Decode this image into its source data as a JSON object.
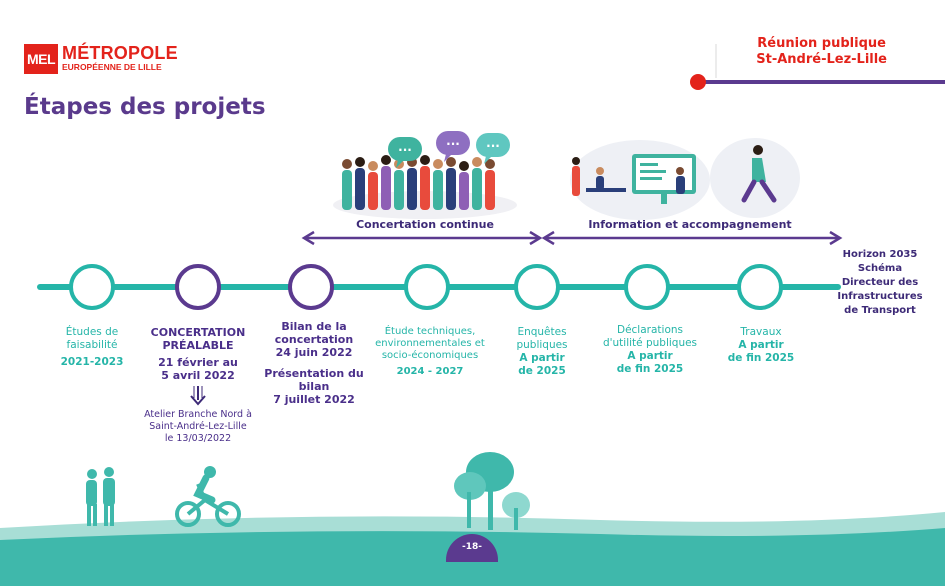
{
  "header": {
    "logo_mark": "MEL",
    "logo_name": "MÉTROPOLE",
    "logo_subtitle": "EUROPÉENNE DE LILLE",
    "meeting_line1": "Réunion publique",
    "meeting_line2": "St-André-Lez-Lille"
  },
  "page_title": "Étapes des projets",
  "phases": [
    {
      "label": "Concertation continue"
    },
    {
      "label": "Information et accompagnement"
    }
  ],
  "horizon": {
    "lines": [
      "Horizon 2035",
      "Schéma",
      "Directeur des",
      "Infrastructures",
      "de Transport"
    ]
  },
  "milestones": [
    {
      "lines": [
        "Études de",
        "faisabilité"
      ],
      "date": "2021-2023"
    },
    {
      "title": [
        "CONCERTATION",
        "PRÉALABLE"
      ],
      "dates": [
        "21 février au",
        "5 avril 2022"
      ],
      "note": [
        "Atelier Branche Nord à",
        "Saint-André-Lez-Lille",
        "le 13/03/2022"
      ]
    },
    {
      "title": [
        "Bilan de la",
        "concertation"
      ],
      "date": "24 juin 2022",
      "extra_title": [
        "Présentation du",
        "bilan"
      ],
      "extra_date": "7 juillet 2022"
    },
    {
      "lines": [
        "Étude techniques,",
        "environnementales et",
        "socio-économiques"
      ],
      "date": "2024 - 2027"
    },
    {
      "lines": [
        "Enquêtes",
        "publiques"
      ],
      "date_lines": [
        "A partir",
        "de 2025"
      ]
    },
    {
      "lines": [
        "Déclarations",
        "d'utilité publiques"
      ],
      "date_lines": [
        "A partir",
        "de fin 2025"
      ]
    },
    {
      "lines": [
        "Travaux"
      ],
      "date_lines": [
        "A partir",
        "de fin 2025"
      ]
    }
  ],
  "speech_bubble": "...",
  "page_number": "-18-",
  "colors": {
    "teal": "#25b5a8",
    "purple": "#4a2f8a",
    "red": "#e3231b",
    "violet": "#5b3a8f"
  }
}
